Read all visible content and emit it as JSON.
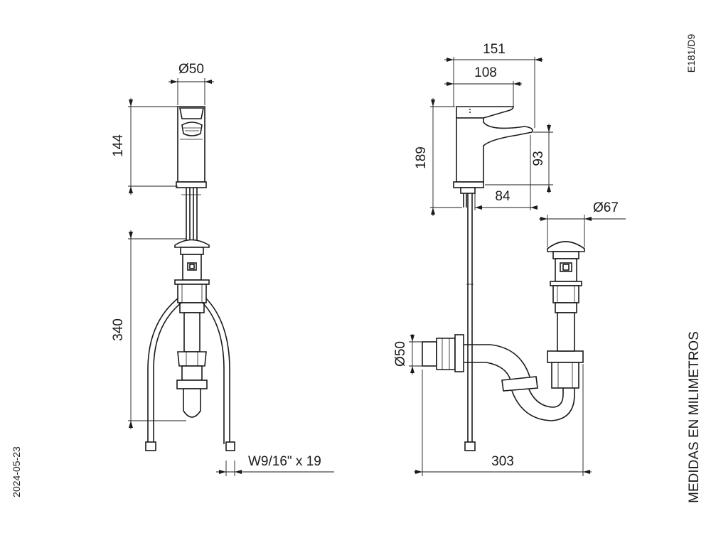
{
  "drawing": {
    "code": "E181/D9",
    "date": "2024-05-23",
    "units_note": "MEDIDAS EN MILIMETROS"
  },
  "front_view": {
    "dim_diameter_top": "Ø50",
    "dim_faucet_height": "144",
    "dim_drain_height": "340",
    "dim_hose_thread": "W9/16\" x 19"
  },
  "side_view": {
    "dim_total_reach": "151",
    "dim_lever_reach": "108",
    "dim_total_height": "189",
    "dim_spout_height": "93",
    "dim_spout_reach": "84",
    "dim_drain_diameter": "Ø67",
    "dim_pipe_diameter": "Ø50",
    "dim_trap_length": "303"
  }
}
